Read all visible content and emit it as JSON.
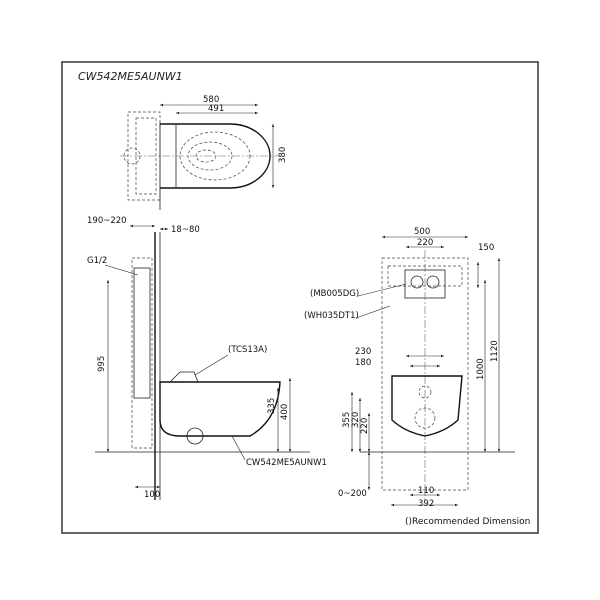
{
  "title": "CW542ME5AUNW1",
  "top_view": {
    "dims": [
      "580",
      "491",
      "380"
    ]
  },
  "side_view": {
    "dims": [
      "190~220",
      "18~80",
      "995",
      "335",
      "400",
      "100"
    ],
    "labels": [
      "G1/2",
      "(TCS13A)",
      "CW542ME5AUNW1"
    ]
  },
  "front_view": {
    "dims": [
      "500",
      "220",
      "150",
      "230",
      "180",
      "1000",
      "1120",
      "355",
      "320",
      "220",
      "0~200",
      "110",
      "392"
    ],
    "labels": [
      "(MB005DG)",
      "(WH035DT1)"
    ]
  },
  "note": "()Recommended Dimension"
}
